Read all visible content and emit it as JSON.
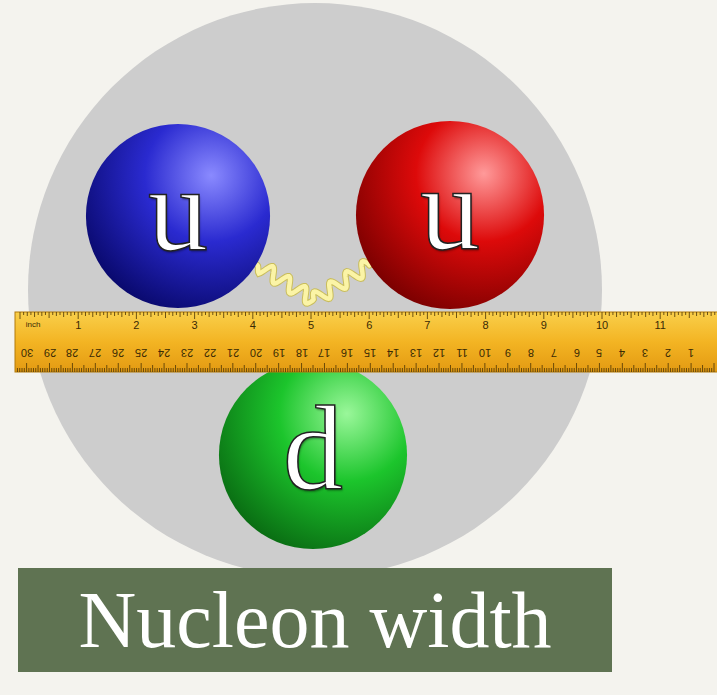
{
  "diagram": {
    "nodes": [
      {
        "text": [
          "u"
        ]
      },
      {
        "text": [
          "u"
        ]
      },
      {
        "text": [
          "d"
        ]
      },
      {
        "text": [
          "Nucleon width"
        ]
      }
    ],
    "edges": [
      {
        "from": 0,
        "to": 1,
        "arrow": "none"
      }
    ],
    "labels": [
      "inch",
      "1",
      "2",
      "3",
      "4",
      "5",
      "6",
      "7",
      "8",
      "9",
      "10",
      "11",
      "30",
      "29",
      "28",
      "27",
      "26",
      "25",
      "24",
      "23",
      "22",
      "21",
      "20",
      "19",
      "18",
      "17",
      "16",
      "15",
      "14",
      "13",
      "12",
      "11",
      "10",
      "9",
      "8",
      "7",
      "6",
      "5",
      "4",
      "3",
      "2",
      "1"
    ]
  }
}
